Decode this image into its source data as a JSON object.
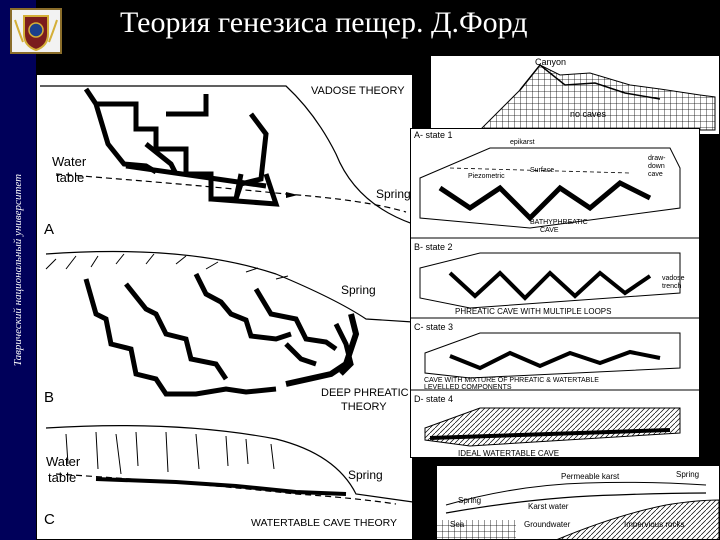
{
  "slide": {
    "title": "Теория генезиса пещер. Д.Форд",
    "side_text": "Таврический национальный университет"
  },
  "diagram_left": {
    "a": {
      "theory": "VADOSE THEORY",
      "water_line1": "Water",
      "water_line2": "table",
      "spring": "Spring",
      "letter": "A"
    },
    "b": {
      "theory_line1": "DEEP PHREATIC",
      "theory_line2": "THEORY",
      "spring": "Spring",
      "letter": "B"
    },
    "c": {
      "theory": "WATERTABLE CAVE THEORY",
      "water_line1": "Water",
      "water_line2": "table",
      "spring": "Spring",
      "letter": "C"
    }
  },
  "canyon": {
    "label": "Canyon",
    "no_caves": "no caves"
  },
  "states": {
    "s1": {
      "label": "A- state 1",
      "epikarst": "epikarst",
      "drawdown_line1": "draw-",
      "drawdown_line2": "down",
      "drawdown_line3": "cave",
      "piezometric": "Piezometric",
      "surface": "Surface",
      "cave_label": "BATHYPHREATIC",
      "cave_label2": "CAVE"
    },
    "s2": {
      "label": "B- state 2",
      "vadose_line1": "vadose",
      "vadose_line2": "trench",
      "caption": "PHREATIC CAVE WITH MULTIPLE LOOPS"
    },
    "s3": {
      "label": "C- state 3",
      "caption_line1": "CAVE WITH MIXTURE OF PHREATIC & WATERTABLE",
      "caption_line2": "LEVELLED COMPONENTS"
    },
    "s4": {
      "label": "D- state 4",
      "caption": "IDEAL WATERTABLE CAVE"
    }
  },
  "karst": {
    "permeable": "Permeable karst",
    "spring_left": "Spring",
    "spring_right": "Spring",
    "karst_water": "Karst water",
    "sea": "Sea",
    "groundwater": "Groundwater",
    "impervious": "Impervious rocks"
  }
}
